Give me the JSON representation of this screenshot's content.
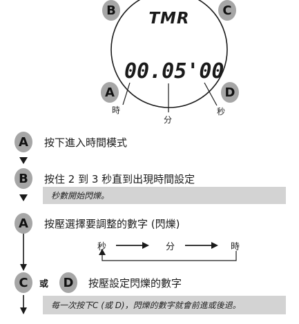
{
  "watch": {
    "badge_b": "B",
    "badge_c": "C",
    "badge_a": "A",
    "badge_d": "D",
    "mode_text": "TMR",
    "time_text": "00.05'00",
    "label_hour": "時",
    "label_minute": "分",
    "label_second": "秒"
  },
  "steps": [
    {
      "badge": "A",
      "text": "按下進入時間模式"
    },
    {
      "badge": "B",
      "text": "按住 2 到 3 秒直到出現時間設定",
      "note": "秒數開始閃爍。"
    },
    {
      "badge": "A",
      "text": "按壓選擇要調整的數字 (閃爍)",
      "cycle": {
        "first": "秒",
        "second": "分",
        "third": "時"
      }
    },
    {
      "badge_1": "C",
      "joiner": "或",
      "badge_2": "D",
      "text": "按壓設定閃爍的數字",
      "note": "每一次按下C (或 D)，閃爍的數字就會前進或後退。"
    }
  ]
}
